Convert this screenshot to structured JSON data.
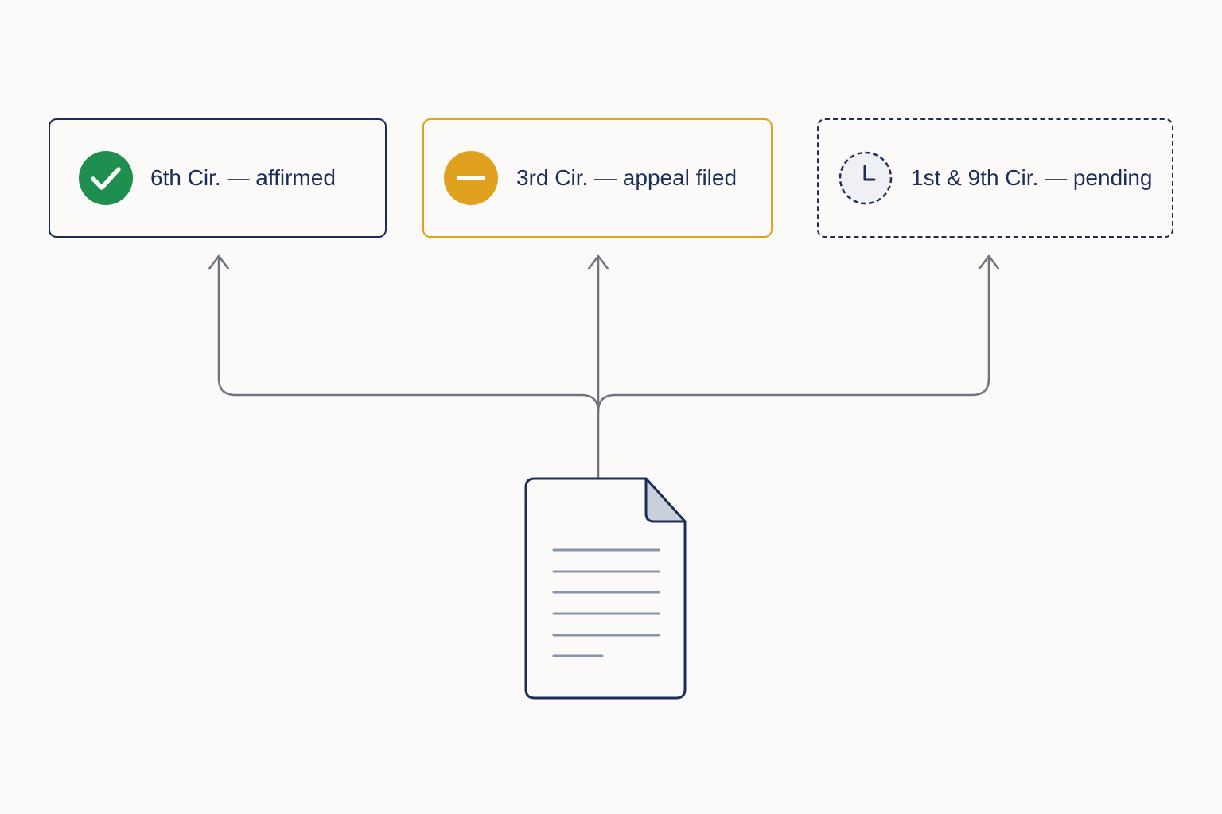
{
  "cards": [
    {
      "label": "6th Cir. — affirmed",
      "status": "affirmed",
      "icon": "check-circle-icon",
      "color": "#1e8f4f"
    },
    {
      "label": "3rd Cir. — appeal filed",
      "status": "appeal-filed",
      "icon": "minus-circle-icon",
      "color": "#e0a11e"
    },
    {
      "label": "1st & 9th Cir. — pending",
      "status": "pending",
      "icon": "clock-icon",
      "color": "#1b2d59"
    }
  ],
  "colors": {
    "background": "#fbfaf8",
    "navy": "#1b2d59",
    "green": "#1e8f4f",
    "amber": "#e0a11e",
    "connector": "#6b7480",
    "doc_lines": "#8694aa",
    "doc_fold": "#c9d0db"
  },
  "source_document": {
    "icon": "document-icon"
  }
}
